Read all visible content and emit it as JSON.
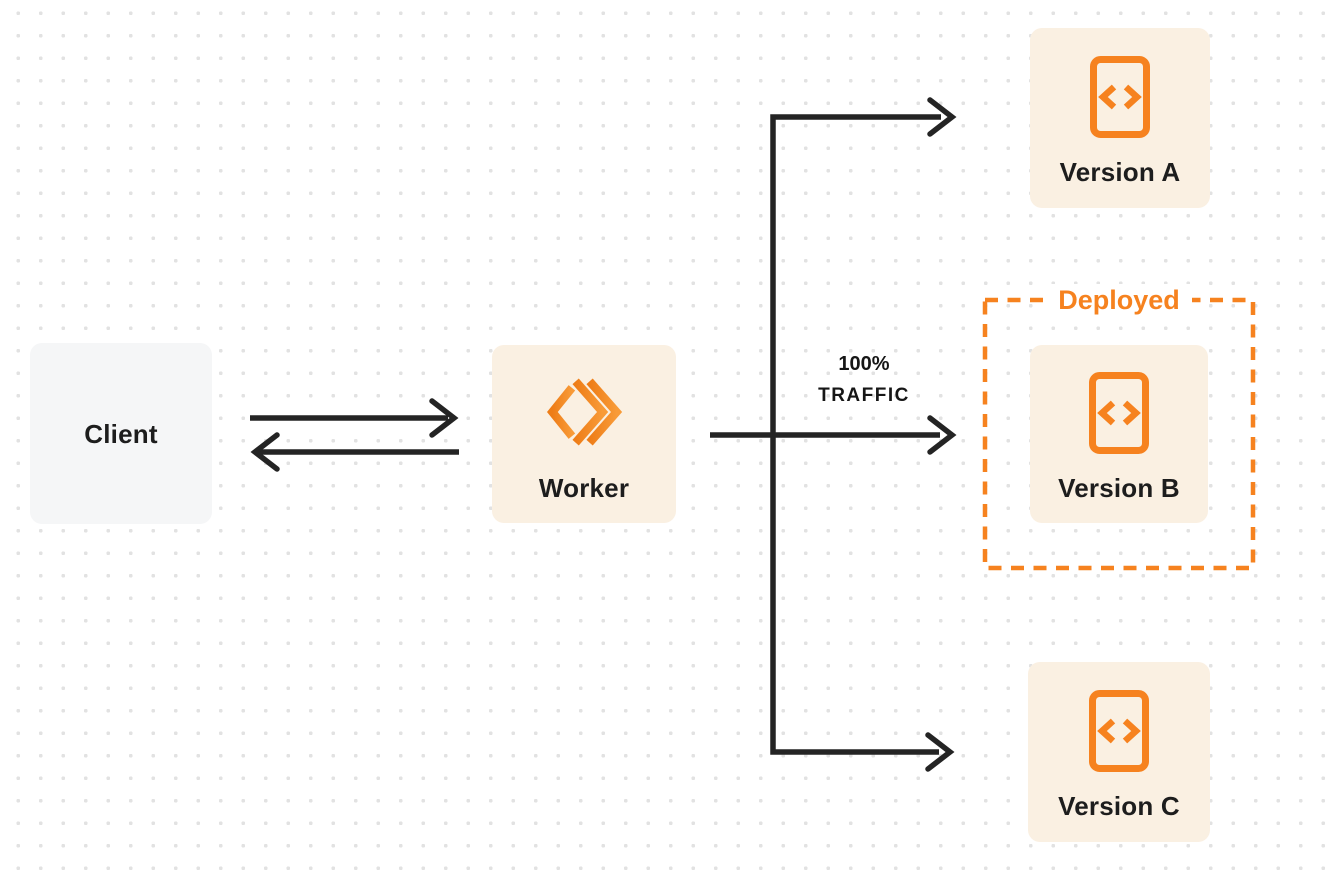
{
  "diagram": {
    "background": {
      "pattern": "dot-grid",
      "dot_color": "#e2e2e2",
      "page_bg": "#ffffff"
    },
    "nodes": {
      "client": {
        "label": "Client"
      },
      "worker": {
        "label": "Worker",
        "icon": "cloudflare-workers-logo-icon"
      },
      "version_a": {
        "label": "Version A",
        "icon": "code-file-icon"
      },
      "version_b": {
        "label": "Version B",
        "icon": "code-file-icon"
      },
      "version_c": {
        "label": "Version C",
        "icon": "code-file-icon"
      }
    },
    "deployed_group": {
      "label": "Deployed",
      "contains": "version_b"
    },
    "traffic_label": {
      "line1": "100%",
      "line2": "TRAFFIC"
    },
    "edges": [
      {
        "from": "client",
        "to": "worker",
        "style": "arrow-right"
      },
      {
        "from": "worker",
        "to": "client",
        "style": "arrow-left"
      },
      {
        "from": "worker",
        "to": "version_b",
        "style": "arrow",
        "label": "100% TRAFFIC"
      },
      {
        "from": "worker",
        "to": "version_a",
        "style": "arrow-branch"
      },
      {
        "from": "worker",
        "to": "version_c",
        "style": "arrow-branch"
      }
    ],
    "colors": {
      "accent_orange": "#f6821f",
      "node_cream_bg": "#faf0e2",
      "client_bg": "#f5f6f7",
      "arrow": "#242424",
      "text_dark": "#1d1d1d",
      "dot_grid": "#e2e2e2",
      "worker_logo_gradient_start": "#ee7d17",
      "worker_logo_gradient_end": "#f89b38"
    }
  }
}
